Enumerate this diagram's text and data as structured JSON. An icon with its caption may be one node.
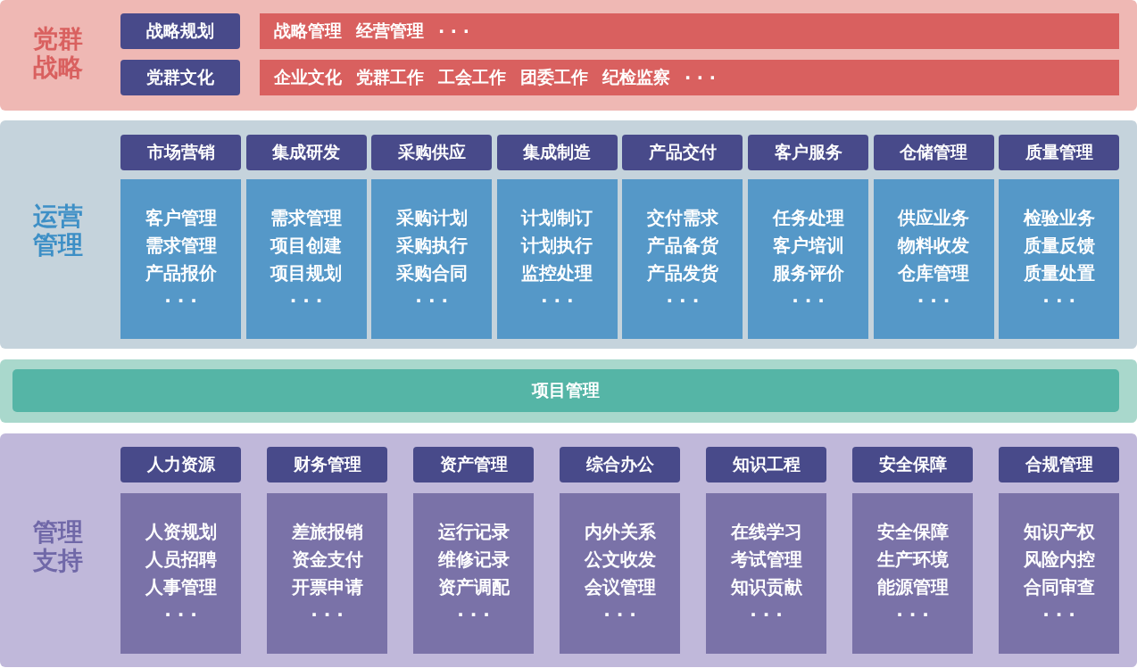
{
  "diagram": {
    "nodes": [
      {
        "text": [
          "党群战略"
        ]
      },
      {
        "text": [
          "战略规划"
        ],
        "in": 0
      },
      {
        "text": [
          "战略管理",
          "经营管理",
          "· · ·"
        ],
        "in": 0
      },
      {
        "text": [
          "党群文化"
        ],
        "in": 0
      },
      {
        "text": [
          "企业文化",
          "党群工作",
          "工会工作",
          "团委工作",
          "纪检监察",
          "· · ·"
        ],
        "in": 0
      },
      {
        "text": [
          "运营管理"
        ]
      },
      {
        "text": [
          "市场营销"
        ],
        "in": 5
      },
      {
        "text": [
          "集成研发"
        ],
        "in": 5
      },
      {
        "text": [
          "采购供应"
        ],
        "in": 5
      },
      {
        "text": [
          "集成制造"
        ],
        "in": 5
      },
      {
        "text": [
          "产品交付"
        ],
        "in": 5
      },
      {
        "text": [
          "客户服务"
        ],
        "in": 5
      },
      {
        "text": [
          "仓储管理"
        ],
        "in": 5
      },
      {
        "text": [
          "质量管理"
        ],
        "in": 5
      },
      {
        "text": [
          "客户管理",
          "需求管理",
          "产品报价",
          "· · ·"
        ],
        "in": 5
      },
      {
        "text": [
          "需求管理",
          "项目创建",
          "项目规划",
          "· · ·"
        ],
        "in": 5
      },
      {
        "text": [
          "采购计划",
          "采购执行",
          "采购合同",
          "· · ·"
        ],
        "in": 5
      },
      {
        "text": [
          "计划制订",
          "计划执行",
          "监控处理",
          "· · ·"
        ],
        "in": 5
      },
      {
        "text": [
          "交付需求",
          "产品备货",
          "产品发货",
          "· · ·"
        ],
        "in": 5
      },
      {
        "text": [
          "任务处理",
          "客户培训",
          "服务评价",
          "· · ·"
        ],
        "in": 5
      },
      {
        "text": [
          "供应业务",
          "物料收发",
          "仓库管理",
          "· · ·"
        ],
        "in": 5
      },
      {
        "text": [
          "检验业务",
          "质量反馈",
          "质量处置",
          "· · ·"
        ],
        "in": 5
      },
      {
        "text": [
          "项目管理"
        ]
      },
      {
        "text": [
          "管理支持"
        ]
      },
      {
        "text": [
          "人力资源"
        ],
        "in": 23
      },
      {
        "text": [
          "财务管理"
        ],
        "in": 23
      },
      {
        "text": [
          "资产管理"
        ],
        "in": 23
      },
      {
        "text": [
          "综合办公"
        ],
        "in": 23
      },
      {
        "text": [
          "知识工程"
        ],
        "in": 23
      },
      {
        "text": [
          "安全保障"
        ],
        "in": 23
      },
      {
        "text": [
          "合规管理"
        ],
        "in": 23
      },
      {
        "text": [
          "人资规划",
          "人员招聘",
          "人事管理",
          "· · ·"
        ],
        "in": 23
      },
      {
        "text": [
          "差旅报销",
          "资金支付",
          "开票申请",
          "· · ·"
        ],
        "in": 23
      },
      {
        "text": [
          "运行记录",
          "维修记录",
          "资产调配",
          "· · ·"
        ],
        "in": 23
      },
      {
        "text": [
          "内外关系",
          "公文收发",
          "会议管理",
          "· · ·"
        ],
        "in": 23
      },
      {
        "text": [
          "在线学习",
          "考试管理",
          "知识贡献",
          "· · ·"
        ],
        "in": 23
      },
      {
        "text": [
          "安全保障",
          "生产环境",
          "能源管理",
          "· · ·"
        ],
        "in": 23
      },
      {
        "text": [
          "知识产权",
          "风险内控",
          "合同审查",
          "· · ·"
        ],
        "in": 23
      }
    ]
  }
}
